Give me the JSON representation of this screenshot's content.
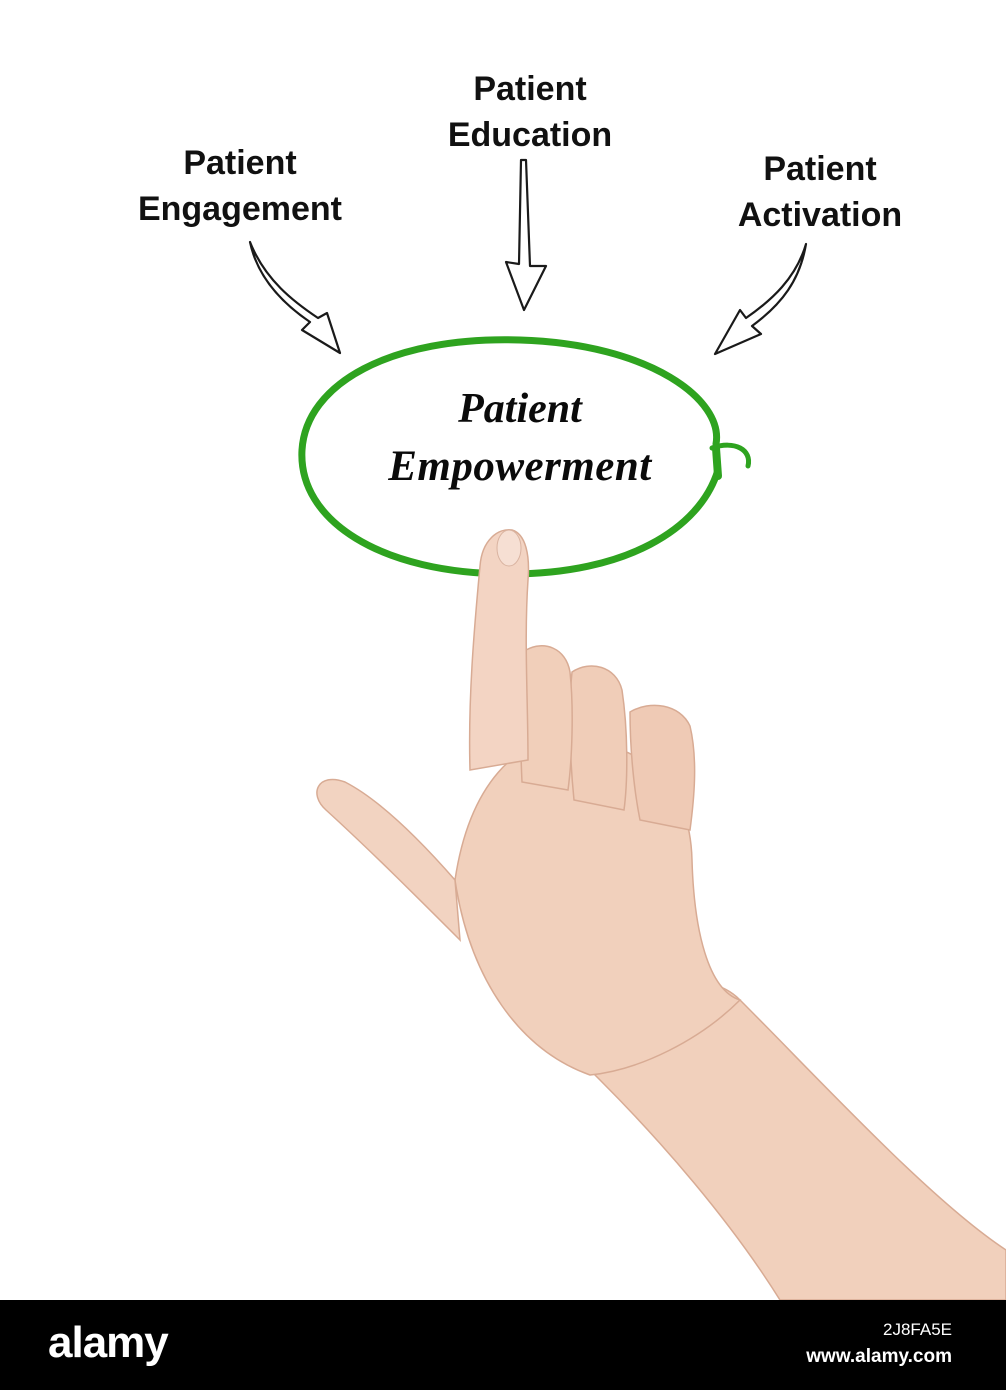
{
  "diagram": {
    "inputs": [
      {
        "line1": "Patient",
        "line2": "Engagement"
      },
      {
        "line1": "Patient",
        "line2": "Education"
      },
      {
        "line1": "Patient",
        "line2": "Activation"
      }
    ],
    "center": {
      "line1": "Patient",
      "line2": "Empowerment"
    },
    "ring_color": "#2ea31f",
    "arrow_color": "#1a1a1a",
    "skin_color": "#f2d2c0"
  },
  "footer": {
    "brand": "alamy",
    "image_id": "2J8FA5E",
    "site": "www.alamy.com",
    "watermark": "alamy"
  }
}
